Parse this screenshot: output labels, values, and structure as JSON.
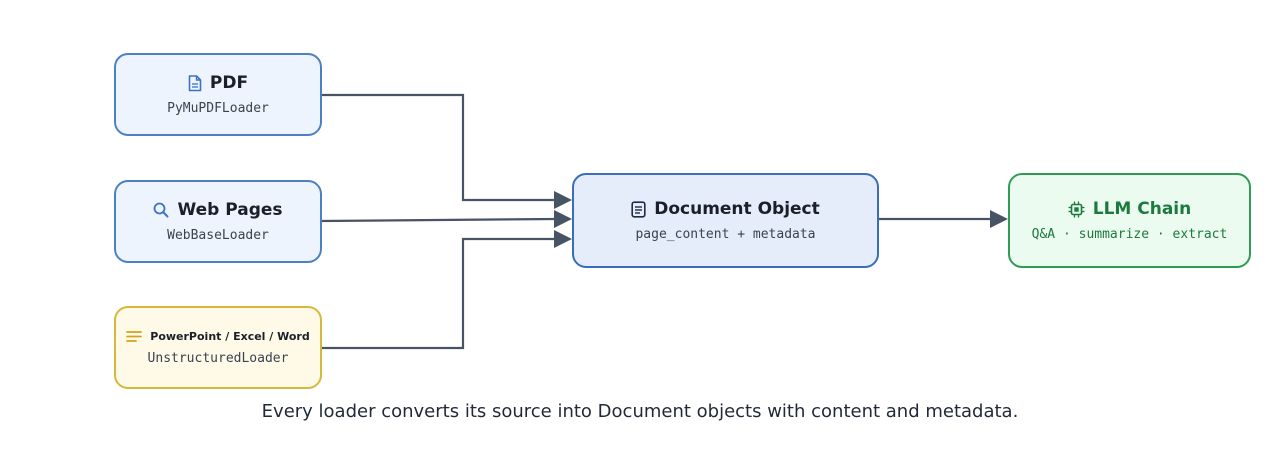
{
  "nodes": {
    "pdf": {
      "title": "PDF",
      "subtitle": "PyMuPDFLoader",
      "icon": "document-icon"
    },
    "web": {
      "title": "Web Pages",
      "subtitle": "WebBaseLoader",
      "icon": "search-icon"
    },
    "office": {
      "title": "PowerPoint / Excel / Word",
      "subtitle": "UnstructuredLoader",
      "icon": "lines-icon"
    },
    "document": {
      "title": "Document Object",
      "subtitle": "page_content + metadata",
      "icon": "document-list-icon"
    },
    "llm": {
      "title": "LLM Chain",
      "subtitle": "Q&A · summarize · extract",
      "icon": "chip-icon"
    }
  },
  "caption": "Every loader converts its source into Document objects with content and metadata.",
  "colors": {
    "source_border": "#4e7fc3",
    "office_border": "#d4b93c",
    "center_border": "#3a6dbb",
    "llm_border": "#2f9b54",
    "connector": "#465466"
  }
}
